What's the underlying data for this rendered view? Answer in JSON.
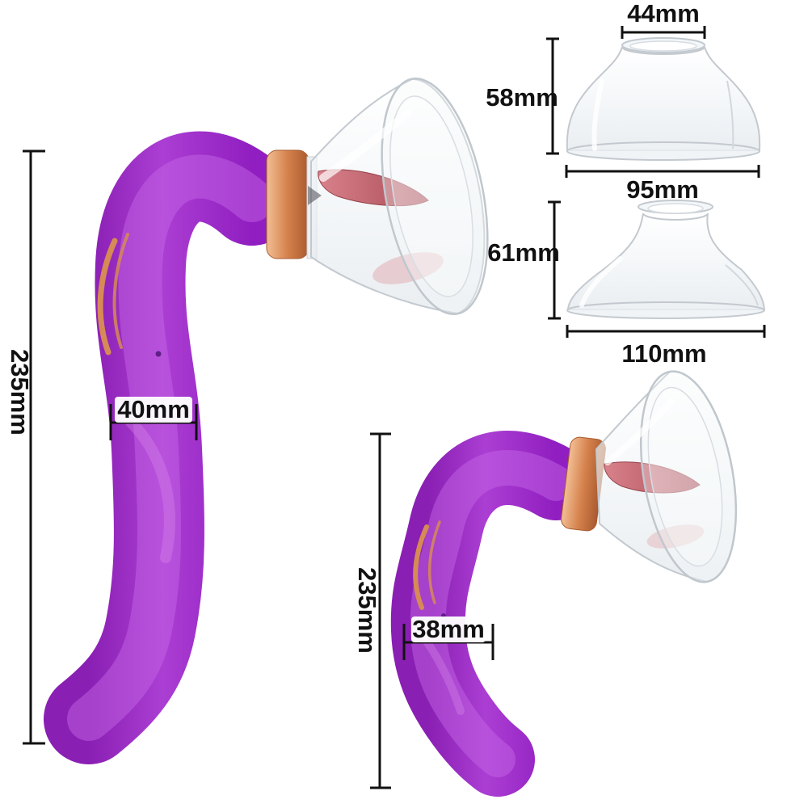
{
  "page": {
    "background": "#ffffff"
  },
  "colors": {
    "device_purple": "#a436cf",
    "device_purple_dark": "#8a1fb3",
    "device_highlight": "#c76ae8",
    "rose_gold": "#d68a55",
    "rose_gold_dark": "#b05f33",
    "tongue_pink": "#c4626e",
    "glass_stroke": "#c3c9cf",
    "dimension_line": "#111111",
    "label_text": "#111111"
  },
  "dimensions": {
    "large_device": {
      "length_label": "235mm",
      "width_label": "40mm"
    },
    "small_device": {
      "length_label": "235mm",
      "width_label": "38mm"
    },
    "suction_cup_one": {
      "top_label": "44mm",
      "height_label": "58mm",
      "base_label": "95mm"
    },
    "suction_cup_two": {
      "height_label": "61mm",
      "base_label": "110mm"
    }
  }
}
